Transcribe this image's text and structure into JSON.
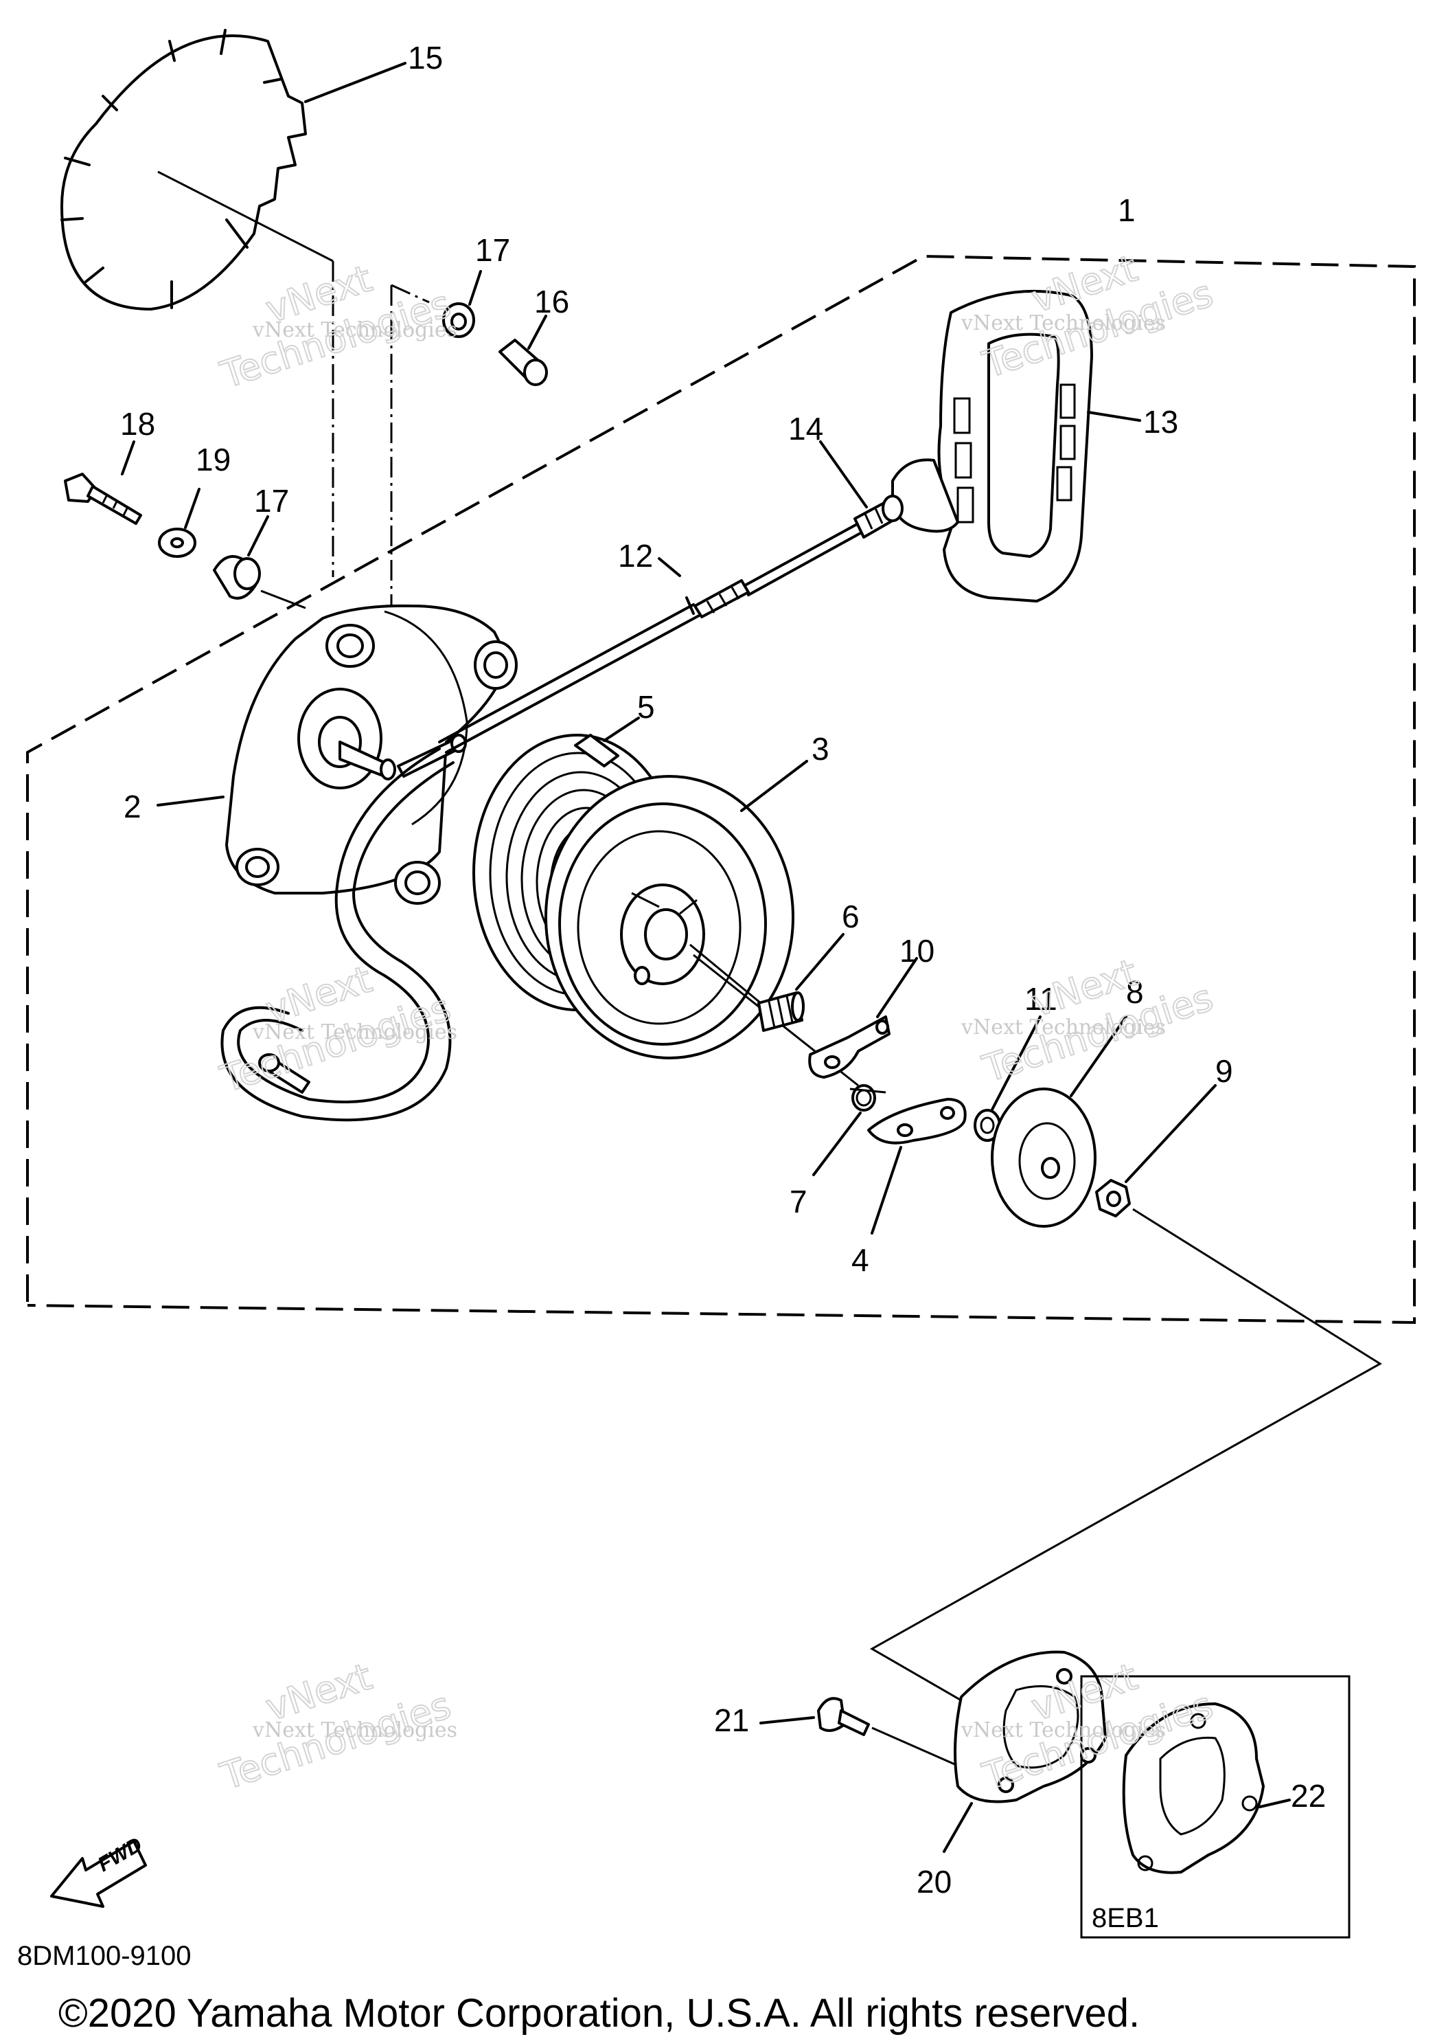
{
  "callouts": {
    "c1": "1",
    "c2": "2",
    "c3": "3",
    "c4": "4",
    "c5": "5",
    "c6": "6",
    "c7": "7",
    "c8": "8",
    "c9": "9",
    "c10": "10",
    "c11": "11",
    "c12": "12",
    "c13": "13",
    "c14": "14",
    "c15": "15",
    "c16": "16",
    "c17a": "17",
    "c17b": "17",
    "c18": "18",
    "c19": "19",
    "c20": "20",
    "c21": "21",
    "c22": "22"
  },
  "watermark": {
    "small": "vNext Technologies",
    "big_top": "vNext",
    "big_bottom": "Technologies"
  },
  "fwd_label": "FWD",
  "variant_box_label": "8EB1",
  "diagram_code": "8DM100-9100",
  "copyright": "©2020 Yamaha Motor Corporation, U.S.A. All rights reserved."
}
